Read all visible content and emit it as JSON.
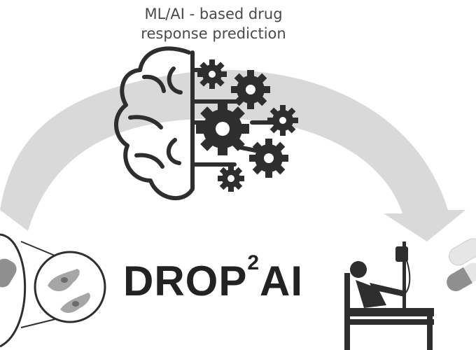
{
  "caption": {
    "line1": "ML/AI - based drug",
    "line2": "response prediction"
  },
  "logo": {
    "text_a": "DROP",
    "superscript": "2",
    "text_b": "AI"
  },
  "colors": {
    "arrow": "#d9d9d9",
    "line_art": "#2e2e2e",
    "text": "#4a4a4a",
    "logo": "#222222",
    "pill_light": "#e6e6e6",
    "pill_dark": "#8f8f8f"
  },
  "icons": [
    "curved-arrow",
    "brain-gears-icon",
    "cell-culture-icon",
    "hospital-patient-icon",
    "pills-icon"
  ]
}
